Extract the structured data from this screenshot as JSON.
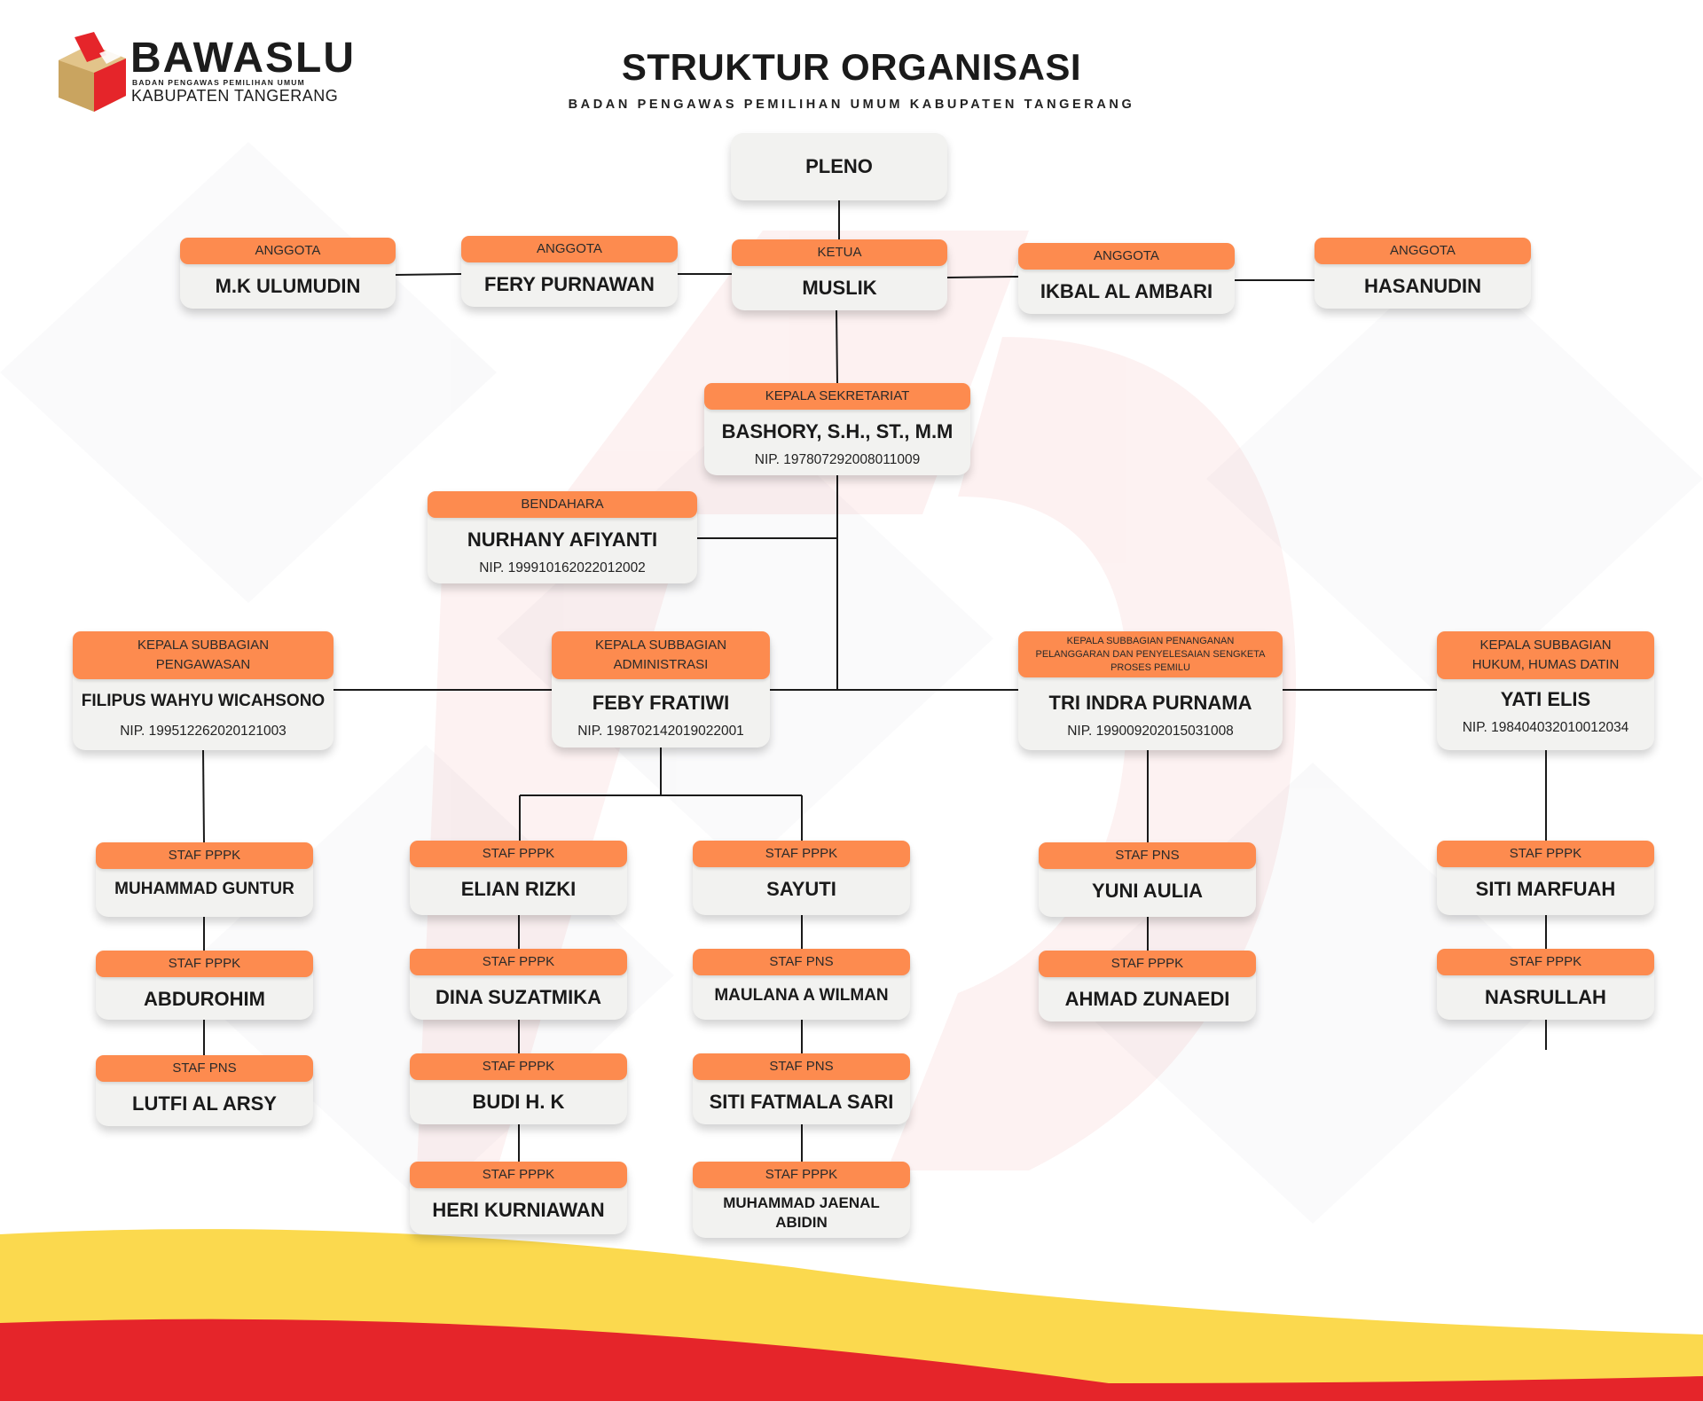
{
  "logo": {
    "name": "BAWASLU",
    "subtitle": "BADAN PENGAWAS PEMILIHAN UMUM",
    "region": "KABUPATEN TANGERANG"
  },
  "header": {
    "title": "STRUKTUR ORGANISASI",
    "subtitle": "BADAN PENGAWAS PEMILIHAN UMUM KABUPATEN TANGERANG"
  },
  "colors": {
    "accent_orange": "#fd8b4f",
    "box_bg": "#f2f2f0",
    "brand_red": "#e5252a",
    "brand_yellow": "#fbd94e"
  },
  "pleno": {
    "label": "PLENO"
  },
  "ketua": {
    "role": "KETUA",
    "name": "MUSLIK"
  },
  "anggota": [
    {
      "role": "ANGGOTA",
      "name": "M.K ULUMUDIN"
    },
    {
      "role": "ANGGOTA",
      "name": "FERY PURNAWAN"
    },
    {
      "role": "ANGGOTA",
      "name": "IKBAL AL AMBARI"
    },
    {
      "role": "ANGGOTA",
      "name": "HASANUDIN"
    }
  ],
  "sekretariat": {
    "role": "KEPALA SEKRETARIAT",
    "name": "BASHORY, S.H., ST., M.M",
    "nip": "NIP. 197807292008011009"
  },
  "bendahara": {
    "role": "BENDAHARA",
    "name": "NURHANY AFIYANTI",
    "nip": "NIP. 199910162022012002"
  },
  "subbagian": [
    {
      "role": "KEPALA SUBBAGIAN PENGAWASAN",
      "name": "FILIPUS WAHYU WICAHSONO",
      "nip": "NIP. 199512262020121003"
    },
    {
      "role": "KEPALA SUBBAGIAN ADMINISTRASI",
      "name": "FEBY FRATIWI",
      "nip": "NIP. 198702142019022001"
    },
    {
      "role": "KEPALA SUBBAGIAN PENANGANAN PELANGGARAN DAN PENYELESAIAN SENGKETA PROSES PEMILU",
      "name": "TRI INDRA PURNAMA",
      "nip": "NIP. 199009202015031008"
    },
    {
      "role": "KEPALA SUBBAGIAN HUKUM, HUMAS DATIN",
      "name": "YATI ELIS",
      "nip": "NIP. 198404032010012034"
    }
  ],
  "staff_pengawasan": [
    {
      "role": "STAF PPPK",
      "name": "MUHAMMAD GUNTUR"
    },
    {
      "role": "STAF PPPK",
      "name": "ABDUROHIM"
    },
    {
      "role": "STAF PNS",
      "name": "LUTFI AL ARSY"
    }
  ],
  "staff_admin_left": [
    {
      "role": "STAF PPPK",
      "name": "ELIAN RIZKI"
    },
    {
      "role": "STAF PPPK",
      "name": "DINA SUZATMIKA"
    },
    {
      "role": "STAF PPPK",
      "name": "BUDI H. K"
    },
    {
      "role": "STAF PPPK",
      "name": "HERI KURNIAWAN"
    }
  ],
  "staff_admin_right": [
    {
      "role": "STAF PPPK",
      "name": "SAYUTI"
    },
    {
      "role": "STAF PNS",
      "name": "MAULANA A WILMAN"
    },
    {
      "role": "STAF PNS",
      "name": "SITI FATMALA SARI"
    },
    {
      "role": "STAF PPPK",
      "name": "MUHAMMAD JAENAL ABIDIN"
    }
  ],
  "staff_penanganan": [
    {
      "role": "STAF PNS",
      "name": "YUNI AULIA"
    },
    {
      "role": "STAF PPPK",
      "name": "AHMAD ZUNAEDI"
    }
  ],
  "staff_hukum": [
    {
      "role": "STAF PPPK",
      "name": "SITI MARFUAH"
    },
    {
      "role": "STAF PPPK",
      "name": "NASRULLAH"
    }
  ]
}
